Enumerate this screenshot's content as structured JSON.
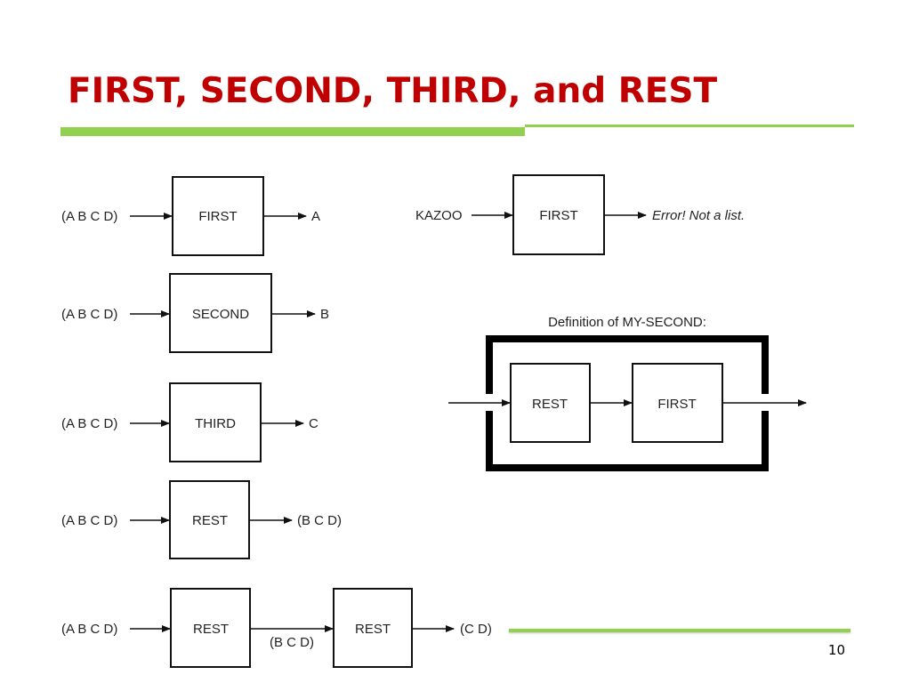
{
  "slide": {
    "title": "FIRST, SECOND, THIRD, and REST",
    "page_number": "10"
  },
  "diagram": {
    "rows": [
      {
        "input": "(A B C D)",
        "function": "FIRST",
        "output": "A"
      },
      {
        "input": "(A B C D)",
        "function": "SECOND",
        "output": "B"
      },
      {
        "input": "(A B C D)",
        "function": "THIRD",
        "output": "C"
      },
      {
        "input": "(A B C D)",
        "function": "REST",
        "output": "(B C D)"
      },
      {
        "input": "(A B C D)",
        "function": "REST",
        "intermediate": "(B C D)",
        "function2": "REST",
        "output": "(C D)"
      }
    ],
    "error_example": {
      "input": "KAZOO",
      "function": "FIRST",
      "output": "Error! Not a list."
    },
    "definition": {
      "label": "Definition of MY-SECOND:",
      "steps": [
        "REST",
        "FIRST"
      ]
    }
  },
  "colors": {
    "title": "#c00000",
    "accent": "#92d050"
  }
}
